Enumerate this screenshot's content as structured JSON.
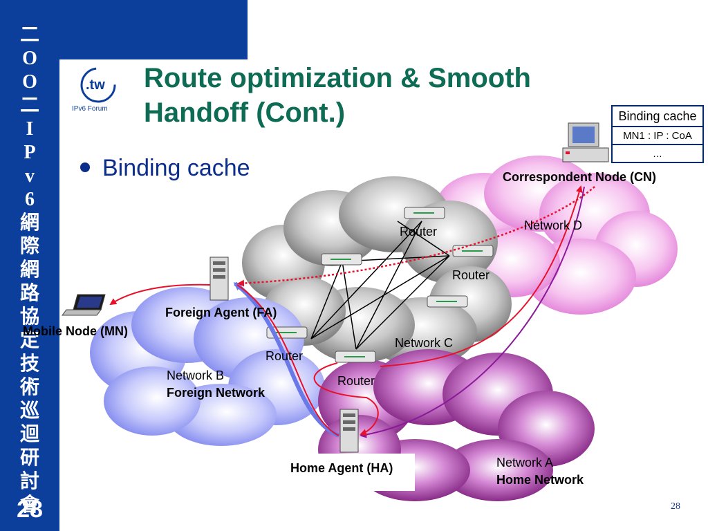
{
  "sidebar": {
    "vertical_chars": [
      "二",
      "O",
      "O",
      "二",
      "I",
      "P",
      "v",
      "6",
      "網",
      "際",
      "網",
      "路",
      "協",
      "定",
      "技",
      "術",
      "巡",
      "迴",
      "研",
      "討",
      "會"
    ],
    "slide_number": "28"
  },
  "logo": {
    "mark": ".tw",
    "caption": "IPv6 Forum"
  },
  "title": {
    "line1": "Route optimization & Smooth",
    "line2": "Handoff (Cont.)"
  },
  "bullet": {
    "text": "Binding cache"
  },
  "binding_cache": {
    "header": "Binding cache",
    "row1": "MN1 : IP : CoA",
    "row2": "…"
  },
  "labels": {
    "correspondent_node": "Correspondent Node (CN)",
    "network_d": "Network D",
    "router_top": "Router",
    "router_right": "Router",
    "router_fa": "Router",
    "router_ha": "Router",
    "network_c": "Network C",
    "foreign_agent": "Foreign Agent (FA)",
    "mobile_node": "Mobile Node (MN)",
    "network_b": "Network B",
    "foreign_network": "Foreign Network",
    "home_agent": "Home Agent (HA)",
    "network_a": "Network A",
    "home_network": "Home Network"
  },
  "colors": {
    "sidebar": "#0b3f9b",
    "title": "#0e6c55",
    "bullet": "#0b2e8a",
    "cloud_gray": "#9a9a9a",
    "cloud_pink": "#f2a4e8",
    "cloud_blue": "#a9aef5",
    "cloud_purple": "#8a2a8a",
    "arrow_red": "#e8102a",
    "arrow_purple": "#8a1a9a",
    "arrow_blue": "#6a78e8"
  },
  "page_number": "28"
}
